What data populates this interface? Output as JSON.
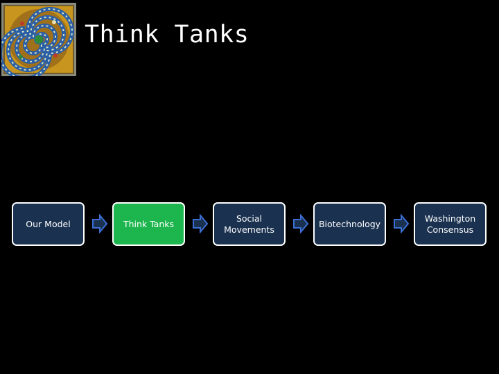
{
  "slide": {
    "title": "Think Tanks"
  },
  "logo": {
    "icon": "spiral-mosaic-logo-icon"
  },
  "flow": {
    "steps": [
      {
        "label": "Our Model",
        "active": false
      },
      {
        "label": "Think Tanks",
        "active": true
      },
      {
        "label": "Social Movements",
        "active": false
      },
      {
        "label": "Biotechnology",
        "active": false
      },
      {
        "label": "Washington Consensus",
        "active": false
      }
    ],
    "colors": {
      "box_fill": "#1a3150",
      "active_fill": "#1db64e",
      "border": "#ffffff",
      "arrow_fill": "#1a3150",
      "arrow_stroke": "#3b6fd4"
    }
  }
}
